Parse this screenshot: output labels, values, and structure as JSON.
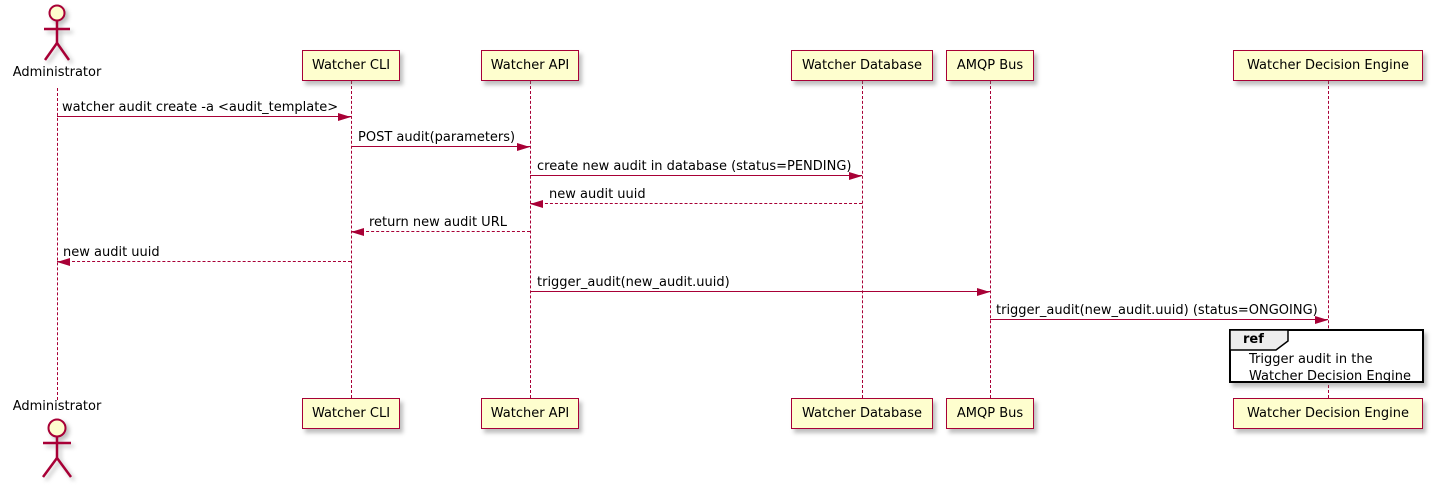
{
  "actor": {
    "name": "Administrator"
  },
  "participants": [
    {
      "id": "watcher-cli",
      "label": "Watcher CLI"
    },
    {
      "id": "watcher-api",
      "label": "Watcher API"
    },
    {
      "id": "watcher-database",
      "label": "Watcher Database"
    },
    {
      "id": "amqp-bus",
      "label": "AMQP Bus"
    },
    {
      "id": "watcher-decision-engine",
      "label": "Watcher Decision Engine"
    }
  ],
  "messages": [
    {
      "from": "Administrator",
      "to": "Watcher CLI",
      "style": "solid",
      "label": "watcher audit create -a <audit_template>"
    },
    {
      "from": "Watcher CLI",
      "to": "Watcher API",
      "style": "solid",
      "label": "POST audit(parameters)"
    },
    {
      "from": "Watcher API",
      "to": "Watcher Database",
      "style": "solid",
      "label": "create new audit in database (status=PENDING)"
    },
    {
      "from": "Watcher Database",
      "to": "Watcher API",
      "style": "dashed",
      "label": "new audit uuid"
    },
    {
      "from": "Watcher API",
      "to": "Watcher CLI",
      "style": "dashed",
      "label": "return new audit URL"
    },
    {
      "from": "Watcher CLI",
      "to": "Administrator",
      "style": "dashed",
      "label": "new audit uuid"
    },
    {
      "from": "Watcher API",
      "to": "AMQP Bus",
      "style": "solid",
      "label": "trigger_audit(new_audit.uuid)"
    },
    {
      "from": "AMQP Bus",
      "to": "Watcher Decision Engine",
      "style": "solid",
      "label": "trigger_audit(new_audit.uuid) (status=ONGOING)"
    }
  ],
  "ref": {
    "keyword": "ref",
    "lines": {
      "0": "Trigger audit in the",
      "1": "Watcher Decision Engine"
    }
  },
  "colors": {
    "participant_fill": "#FEFECE",
    "accent": "#A80036",
    "text": "#000000",
    "ref_border": "#000000",
    "ref_tab_fill": "#EEEEEE"
  }
}
